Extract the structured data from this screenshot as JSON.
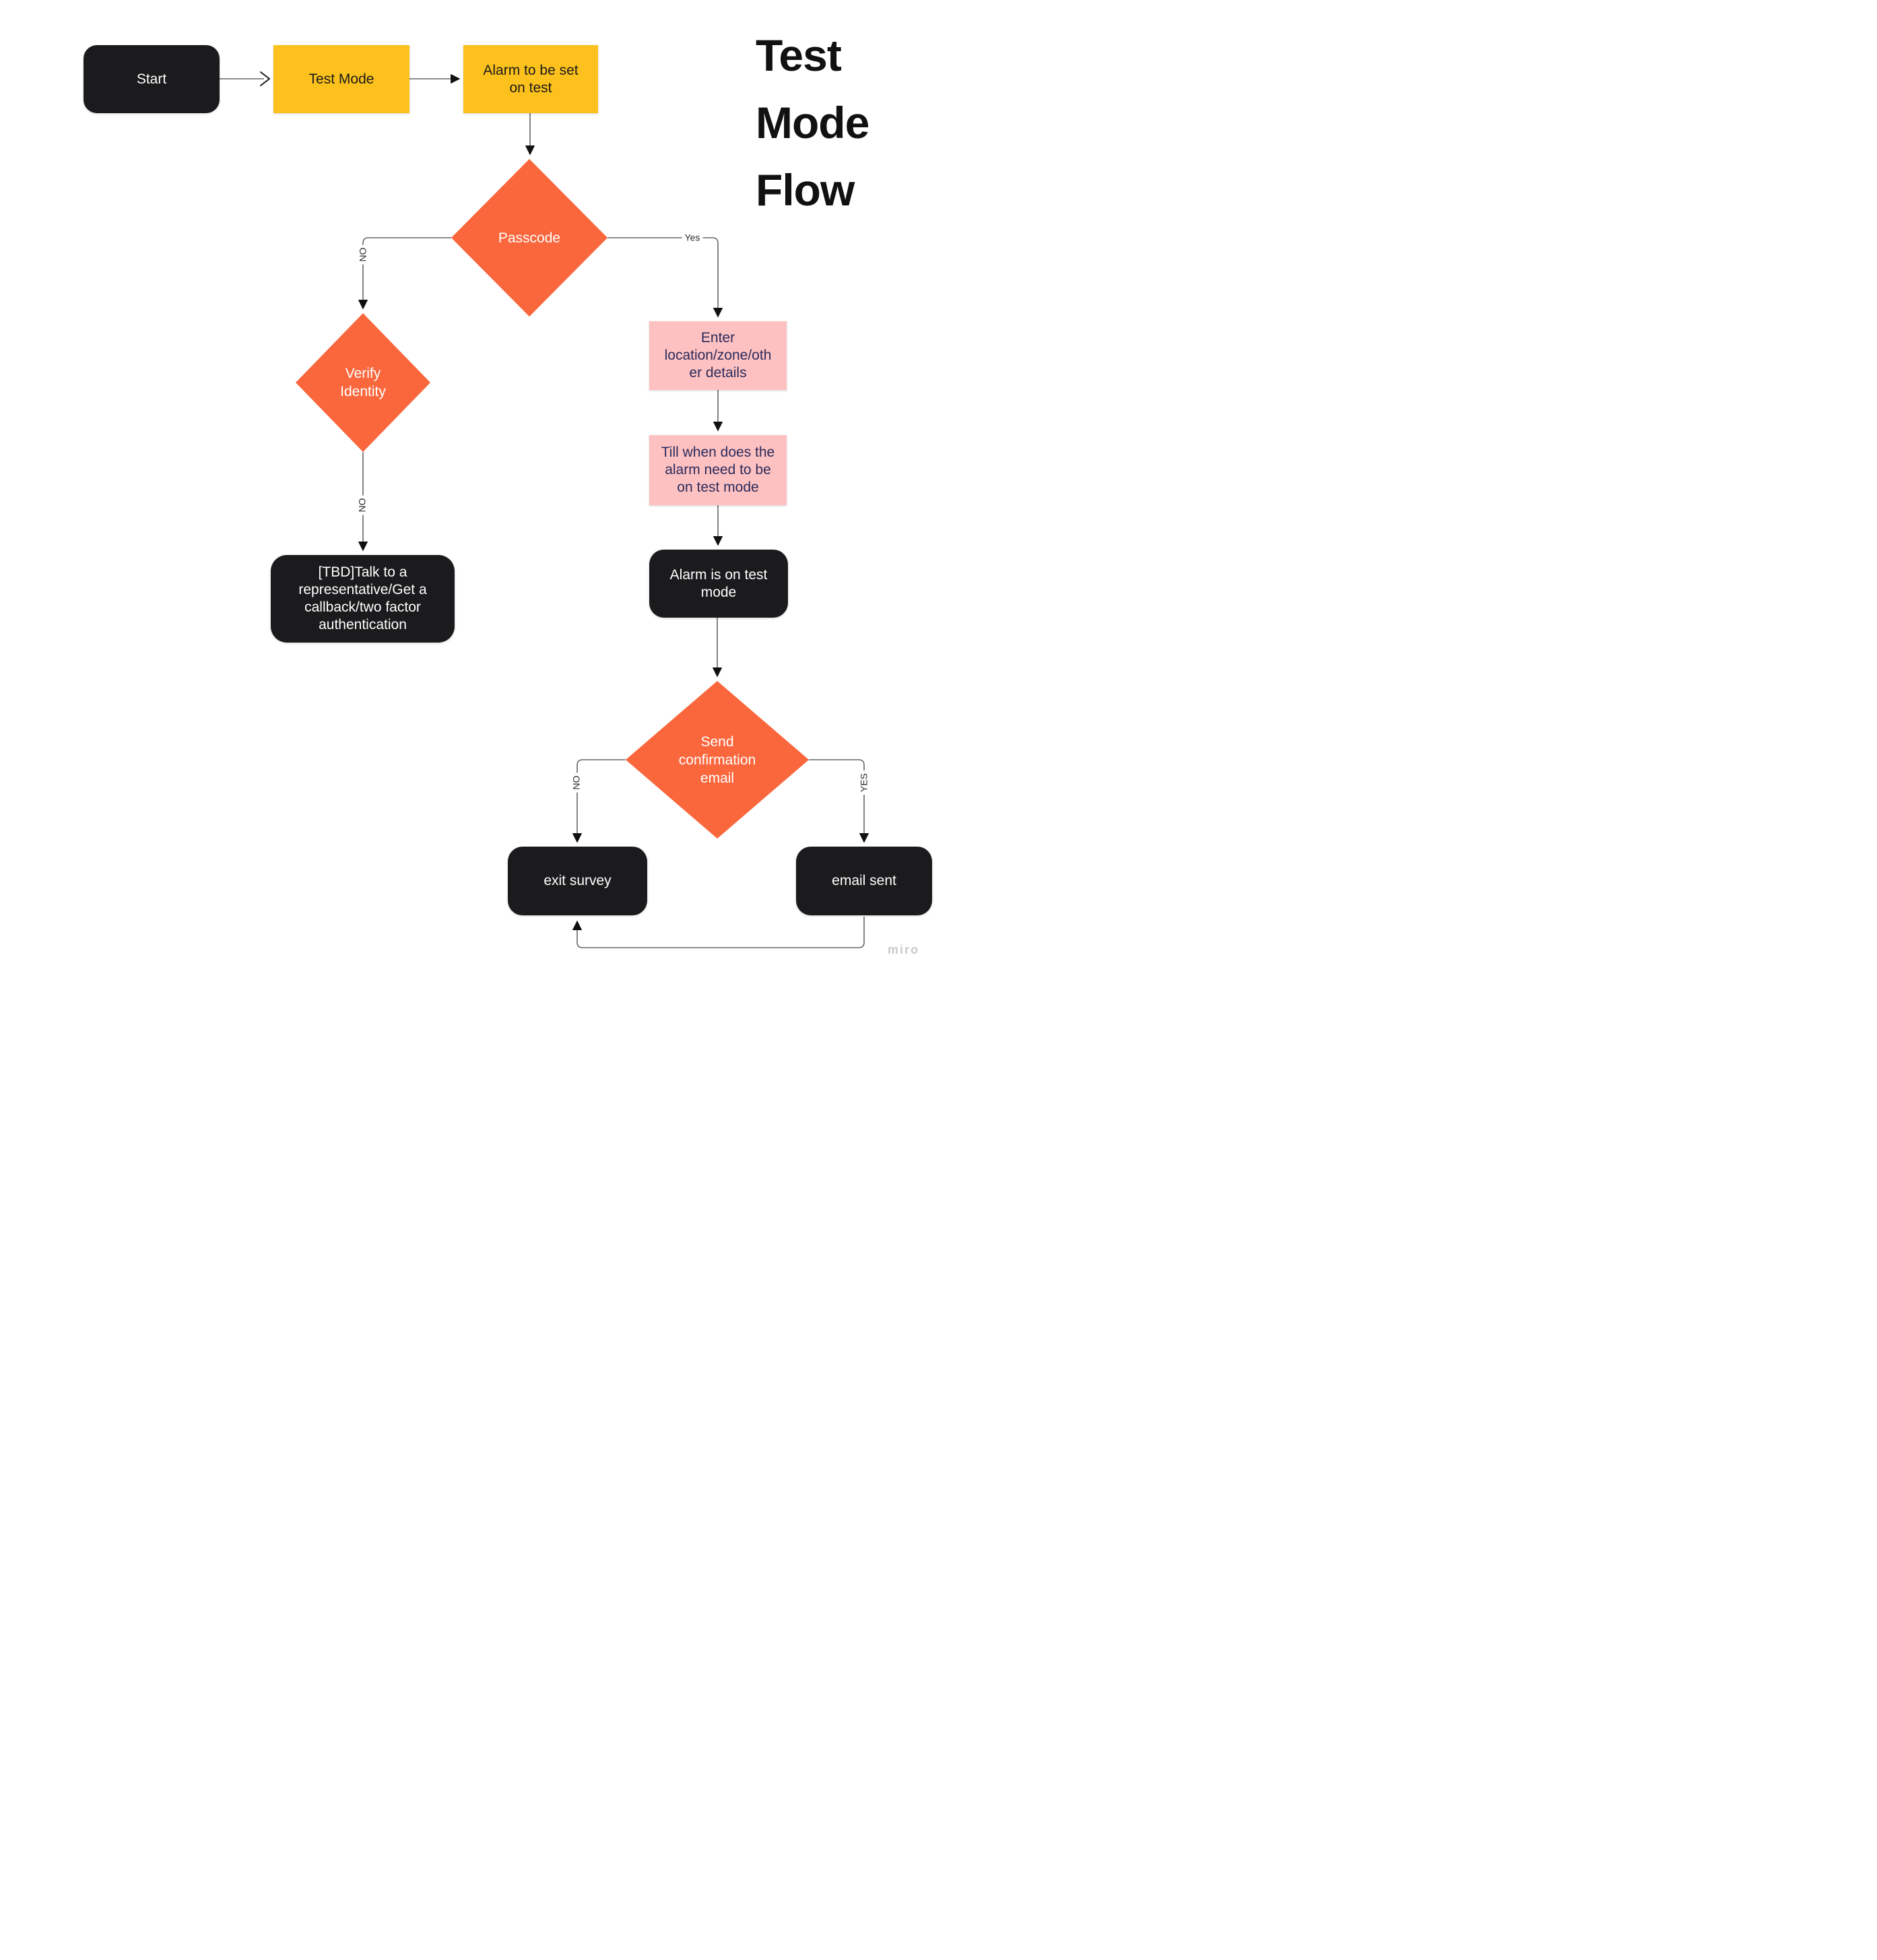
{
  "title": {
    "lines": [
      "Test",
      "Mode",
      "Flow"
    ]
  },
  "watermark": "miro",
  "colors": {
    "canvas_bg": "#FFFFFF",
    "node_black": "#1B1B1D",
    "node_yellow": "#FCC11C",
    "node_orange": "#FB673D",
    "node_pink": "#FDC1C1",
    "text_on_dark": "#FFFFFF",
    "text_on_yellow": "#1A1A1A",
    "text_on_pink": "#2B2B5C",
    "connector": "#666666",
    "arrowhead": "#111111",
    "edge_label_text": "#2B2B2B",
    "title_text": "#111111",
    "watermark_text": "#C9C9C9"
  },
  "nodes": {
    "start": {
      "label": "Start"
    },
    "test_mode": {
      "label": "Test Mode"
    },
    "alarm_set": {
      "lines": [
        "Alarm to be set",
        "on test"
      ]
    },
    "passcode": {
      "label": "Passcode"
    },
    "verify_identity": {
      "lines": [
        "Verify",
        "Identity"
      ]
    },
    "tbd": {
      "lines": [
        "[TBD]Talk to a",
        "representative/Get a",
        "callback/two factor",
        "authentication"
      ]
    },
    "enter_details": {
      "lines": [
        "Enter",
        "location/zone/oth",
        "er details"
      ]
    },
    "till_when": {
      "lines": [
        "Till when does the",
        "alarm need to be",
        "on test mode"
      ]
    },
    "alarm_on": {
      "lines": [
        "Alarm is on test",
        "mode"
      ]
    },
    "send_email": {
      "lines": [
        "Send",
        "confirmation",
        "email"
      ]
    },
    "exit_survey": {
      "label": "exit survey"
    },
    "email_sent": {
      "label": "email sent"
    }
  },
  "edge_labels": {
    "passcode_no": "NO",
    "passcode_yes": "Yes",
    "verify_no": "NO",
    "send_no": "NO",
    "send_yes": "YES"
  }
}
